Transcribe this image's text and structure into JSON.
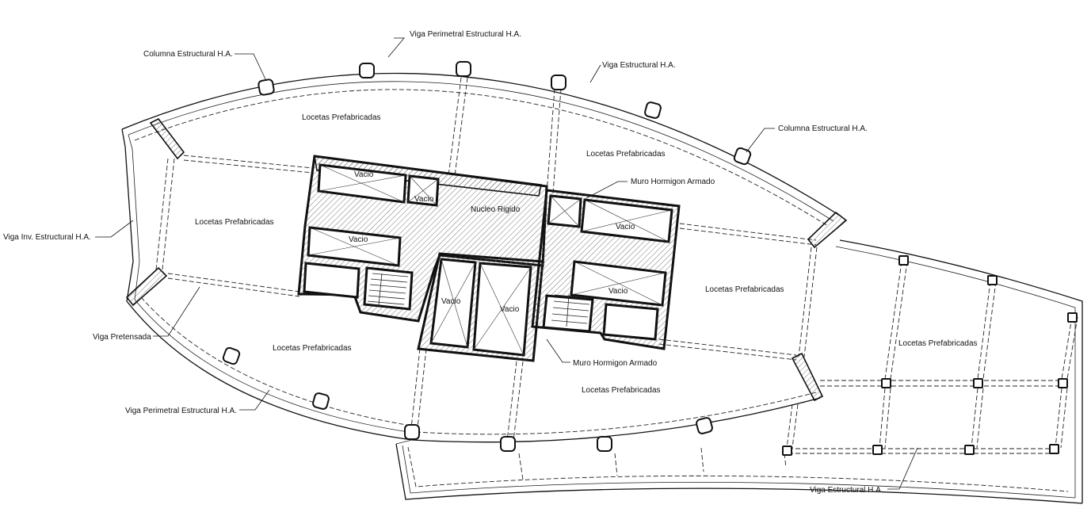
{
  "labels": {
    "viga_perimetral_top": "Viga Perimetral Estructural H.A.",
    "columna_top_left": "Columna Estructural H.A.",
    "viga_estructural_top": "Viga  Estructural H.A.",
    "columna_right": "Columna Estructural H.A.",
    "muro_top": "Muro Hormigon Armado",
    "muro_bottom": "Muro Hormigon Armado",
    "viga_inv": "Viga  Inv. Estructural H.A.",
    "viga_pretensada": "Viga Pretensada",
    "viga_perimetral_bottom": "Viga Perimetral Estructural H.A.",
    "viga_estructural_bottom": "Viga  Estructural H.A.",
    "nucleo": "Nucleo Rigido",
    "vacio": "Vacio",
    "locetas": "Locetas Prefabricadas"
  },
  "columns": "column-icon"
}
